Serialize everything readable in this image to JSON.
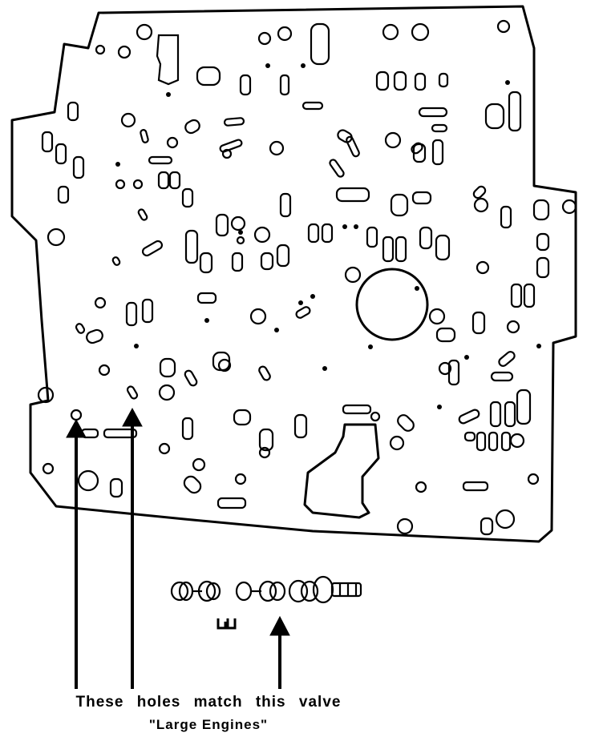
{
  "caption": {
    "line1": "These holes match this valve",
    "line2": "\"Large Engines\""
  },
  "colors": {
    "ink": "#000000",
    "paper": "#ffffff"
  },
  "parts": {
    "plate": "separator-plate",
    "valve": "valve-assembly",
    "spring": "spring",
    "arrows": [
      "arrow-left-hole",
      "arrow-right-hole",
      "arrow-valve"
    ]
  }
}
